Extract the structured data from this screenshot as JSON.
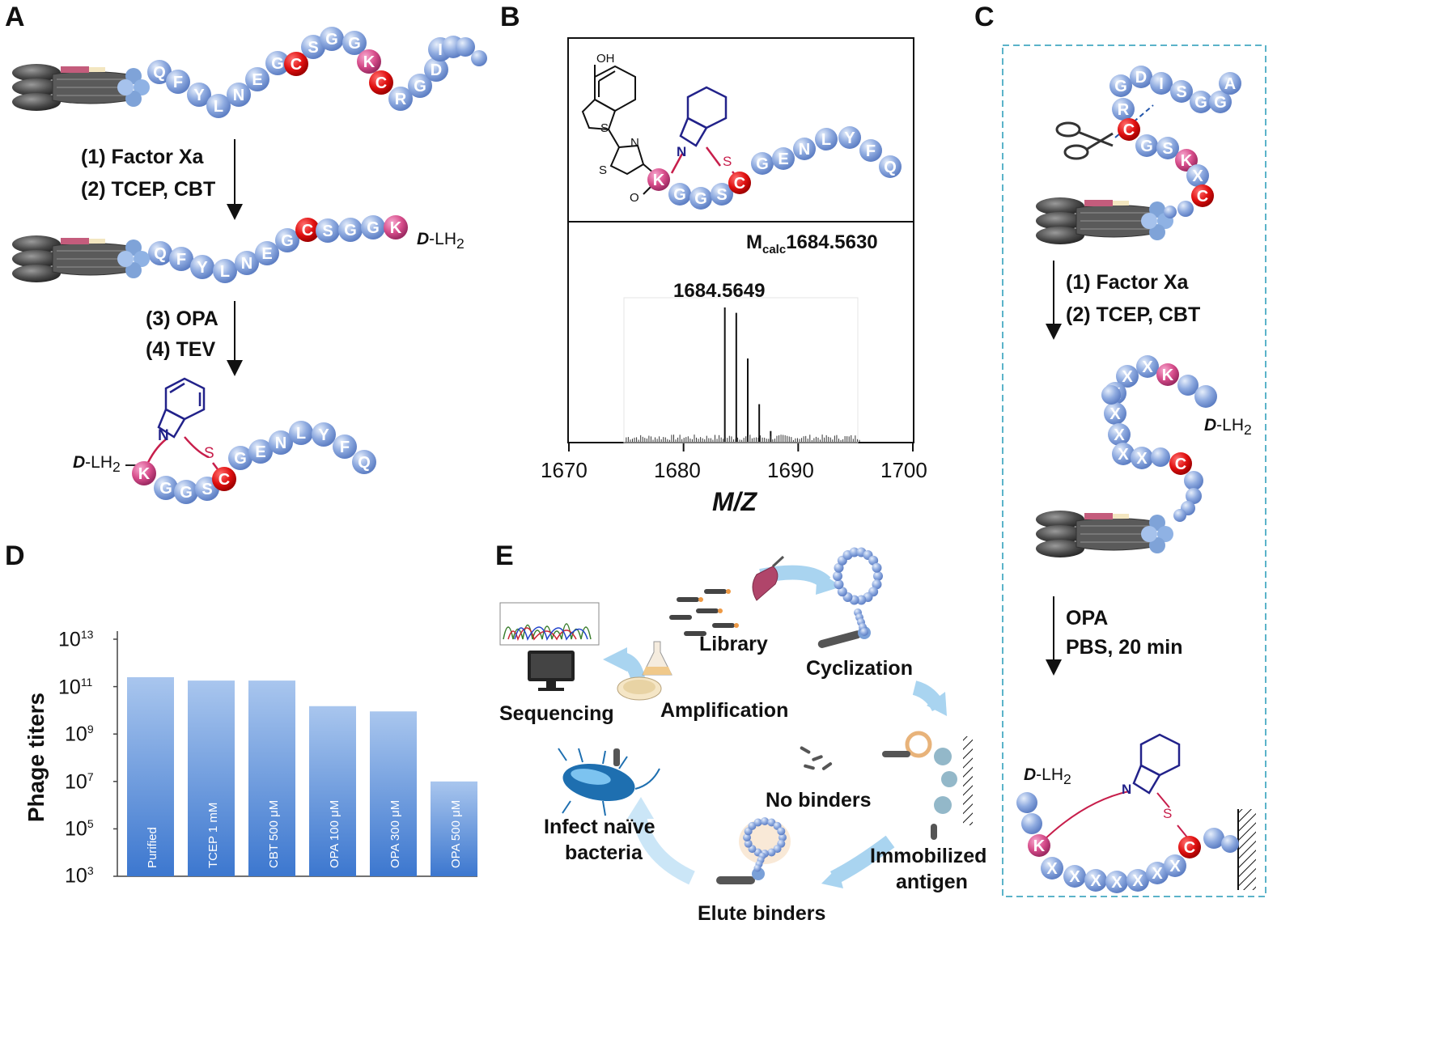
{
  "panels": {
    "a": "A",
    "b": "B",
    "c": "C",
    "d": "D",
    "e": "E"
  },
  "panel_a": {
    "seq1": [
      "Q",
      "F",
      "Y",
      "L",
      "N",
      "E",
      "G",
      "C",
      "S",
      "G",
      "G",
      "K",
      "C",
      "R",
      "G",
      "D",
      "I"
    ],
    "step1": "(1) Factor Xa",
    "step2": "(2) TCEP, CBT",
    "seq2": [
      "Q",
      "F",
      "Y",
      "L",
      "N",
      "E",
      "G",
      "C",
      "S",
      "G",
      "G",
      "K"
    ],
    "dlh2_prefix": "D",
    "dlh2_suffix": "-LH",
    "dlh2_sub": "2",
    "step3": "(3) OPA",
    "step4": "(4) TEV",
    "cyc_ring": [
      "K",
      "G",
      "G",
      "S",
      "C"
    ],
    "cyc_tail": [
      "G",
      "E",
      "N",
      "L",
      "Y",
      "F",
      "Q"
    ],
    "atom_n": "N",
    "atom_s": "S"
  },
  "panel_b": {
    "oh_label": "OH",
    "atom_s": "S",
    "atom_n": "N",
    "atom_o": "O",
    "ring": [
      "K",
      "G",
      "G",
      "S",
      "C"
    ],
    "tail": [
      "G",
      "E",
      "N",
      "L",
      "Y",
      "F",
      "Q"
    ],
    "mcalc_m": "M",
    "mcalc_sub": "calc",
    "mcalc_value": "1684.5630",
    "peak_label": "1684.5649",
    "x_ticks": [
      "1670",
      "1680",
      "1690",
      "1700"
    ],
    "xlabel": "M/Z",
    "peaks_mz": [
      1683.6,
      1684.6,
      1685.6,
      1686.6,
      1687.6
    ],
    "peaks_rel": [
      1.0,
      0.96,
      0.62,
      0.28,
      0.08
    ]
  },
  "panel_c": {
    "seq_top": [
      "G",
      "D",
      "I",
      "S",
      "G",
      "G",
      "A"
    ],
    "seq_mid": [
      "R",
      "C",
      "G",
      "S",
      "K",
      "X",
      "C"
    ],
    "step1": "(1) Factor Xa",
    "step2": "(2) TCEP, CBT",
    "linear": [
      "X",
      "X",
      "K",
      "X",
      "X",
      "X",
      "X",
      "X",
      "C"
    ],
    "dlh2_prefix": "D",
    "dlh2_suffix": "-LH",
    "dlh2_sub": "2",
    "step3": "OPA",
    "step4": "PBS, 20 min",
    "cyc": [
      "K",
      "X",
      "X",
      "X",
      "X",
      "X",
      "X",
      "X",
      "C"
    ],
    "atom_n": "N",
    "atom_s": "S"
  },
  "panel_d": {
    "chart_data": {
      "type": "bar",
      "categories": [
        "Purified",
        "TCEP 1 mM",
        "CBT 500 μM",
        "OPA 100 μM",
        "OPA 300 μM",
        "OPA 500 μM"
      ],
      "values": [
        250000000000.0,
        180000000000.0,
        180000000000.0,
        15000000000.0,
        9000000000.0,
        10000000.0
      ],
      "log_values": [
        11.4,
        11.25,
        11.25,
        10.18,
        9.95,
        7.0
      ],
      "ylabel": "Phage titers",
      "yscale": "log",
      "ylim": [
        1000,
        10000000000000.0
      ],
      "y_ticks": [
        {
          "base": "10",
          "exp": "3"
        },
        {
          "base": "10",
          "exp": "5"
        },
        {
          "base": "10",
          "exp": "7"
        },
        {
          "base": "10",
          "exp": "9"
        },
        {
          "base": "10",
          "exp": "11"
        },
        {
          "base": "10",
          "exp": "13"
        }
      ],
      "bar_color": "#5b94dc",
      "grid": false
    }
  },
  "panel_e": {
    "library": "Library",
    "cyclization": "Cyclization",
    "amplification": "Amplification",
    "sequencing": "Sequencing",
    "no_binders": "No binders",
    "infect1": "Infect naïve",
    "infect2": "bacteria",
    "immob1": "Immobilized",
    "immob2": "antigen",
    "elute": "Elute binders"
  },
  "colors": {
    "bead": "#7f9fd8",
    "bead_light": "#c9d8f2",
    "cys": "#e01010",
    "lys": "#d64c8a",
    "phage": "#4a4a4a",
    "dashed_box": "#5bb3c9",
    "arrow_light": "#a9d4f0"
  }
}
